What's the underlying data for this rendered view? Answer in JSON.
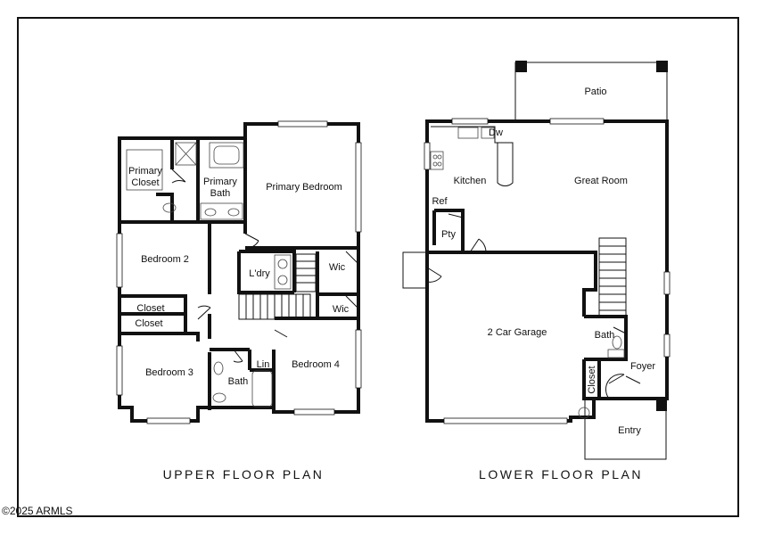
{
  "upper_floor": {
    "title": "UPPER FLOOR PLAN",
    "rooms": {
      "primary_closet_line1": "Primary",
      "primary_closet_line2": "Closet",
      "primary_bath_line1": "Primary",
      "primary_bath_line2": "Bath",
      "primary_bedroom": "Primary Bedroom",
      "bedroom2": "Bedroom 2",
      "laundry": "L'dry",
      "wic_upper": "Wic",
      "wic_lower": "Wic",
      "closet_a": "Closet",
      "closet_b": "Closet",
      "bedroom3": "Bedroom 3",
      "bath": "Bath",
      "linen": "Lin",
      "bedroom4": "Bedroom 4"
    }
  },
  "lower_floor": {
    "title": "LOWER FLOOR PLAN",
    "rooms": {
      "patio": "Patio",
      "dishwasher": "Dw",
      "kitchen": "Kitchen",
      "great_room": "Great Room",
      "refrigerator": "Ref",
      "pantry": "Pty",
      "garage": "2 Car Garage",
      "bath": "Bath",
      "foyer": "Foyer",
      "closet": "Closet",
      "entry": "Entry"
    }
  },
  "copyright": "©2025 ARMLS"
}
